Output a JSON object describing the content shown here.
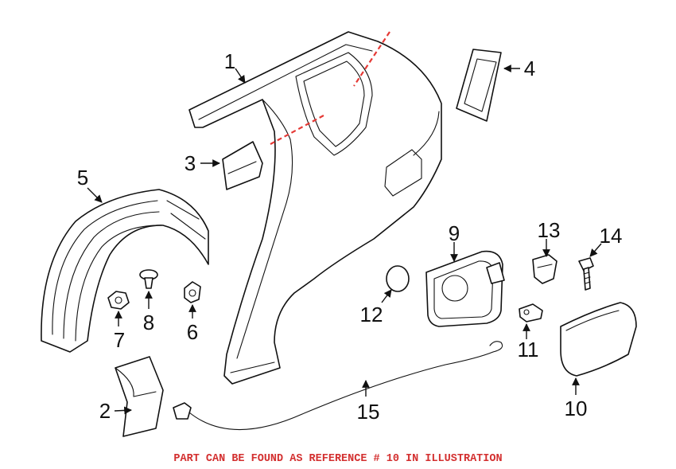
{
  "colors": {
    "line": "#111111",
    "cut_line": "#e53935",
    "footer_text": "#d32f2f",
    "background": "#ffffff"
  },
  "callouts": {
    "c1": "1",
    "c2": "2",
    "c3": "3",
    "c4": "4",
    "c5": "5",
    "c6": "6",
    "c7": "7",
    "c8": "8",
    "c9": "9",
    "c10": "10",
    "c11": "11",
    "c12": "12",
    "c13": "13",
    "c14": "14",
    "c15": "15"
  },
  "footer_note": "PART CAN BE FOUND AS REFERENCE # 10 IN ILLUSTRATION"
}
